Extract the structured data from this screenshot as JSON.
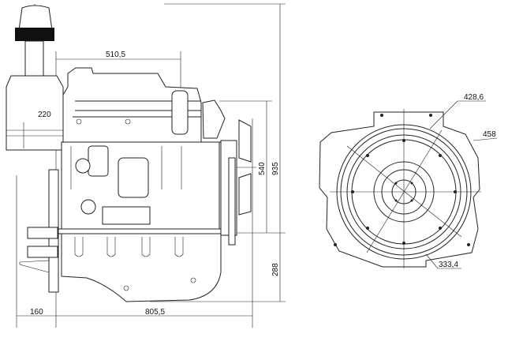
{
  "drawing": {
    "side_view": {
      "dimensions": {
        "width_head": "510,5",
        "air_filter_offset": "220",
        "height_upper": "540",
        "height_total": "935",
        "height_lower": "288",
        "flange_offset": "160",
        "length": "805,5"
      }
    },
    "rear_view": {
      "dimensions": {
        "bolt_circle": "428,6",
        "housing_diameter": "458",
        "inner_diameter": "333,4"
      }
    }
  }
}
